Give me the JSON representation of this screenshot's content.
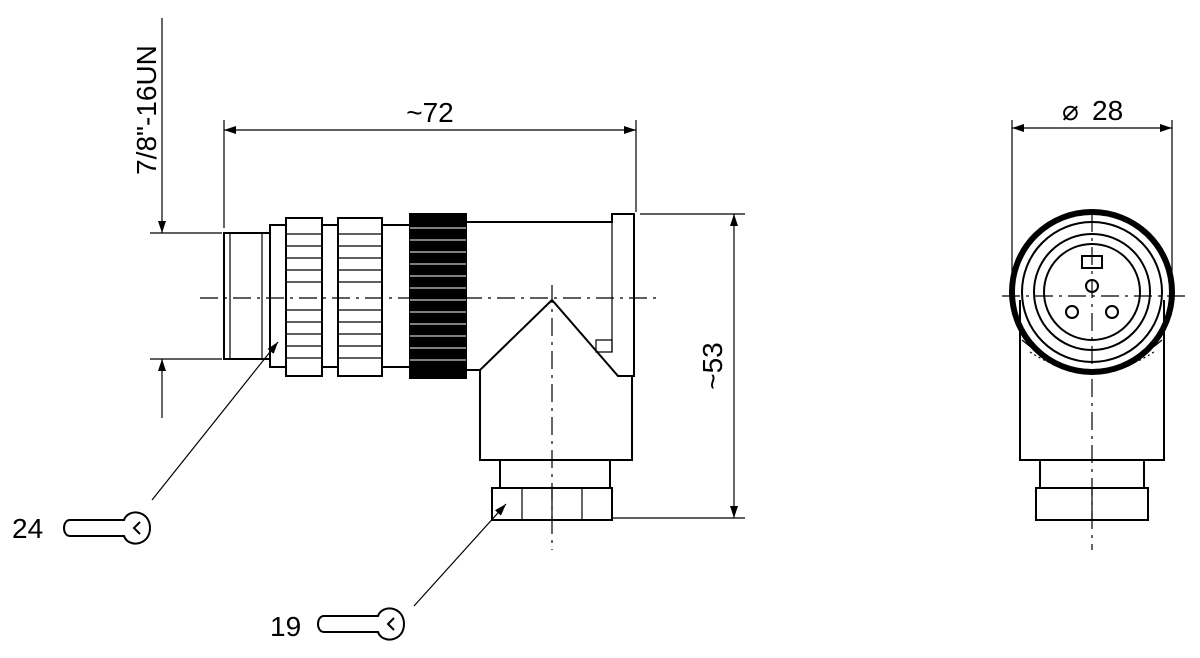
{
  "drawing": {
    "dims": {
      "length": "~72",
      "height": "~53",
      "diameter_symbol": "⌀",
      "diameter": "28",
      "thread": "7/8\"-16UN"
    },
    "wrenches": {
      "upper": "24",
      "lower": "19"
    }
  }
}
